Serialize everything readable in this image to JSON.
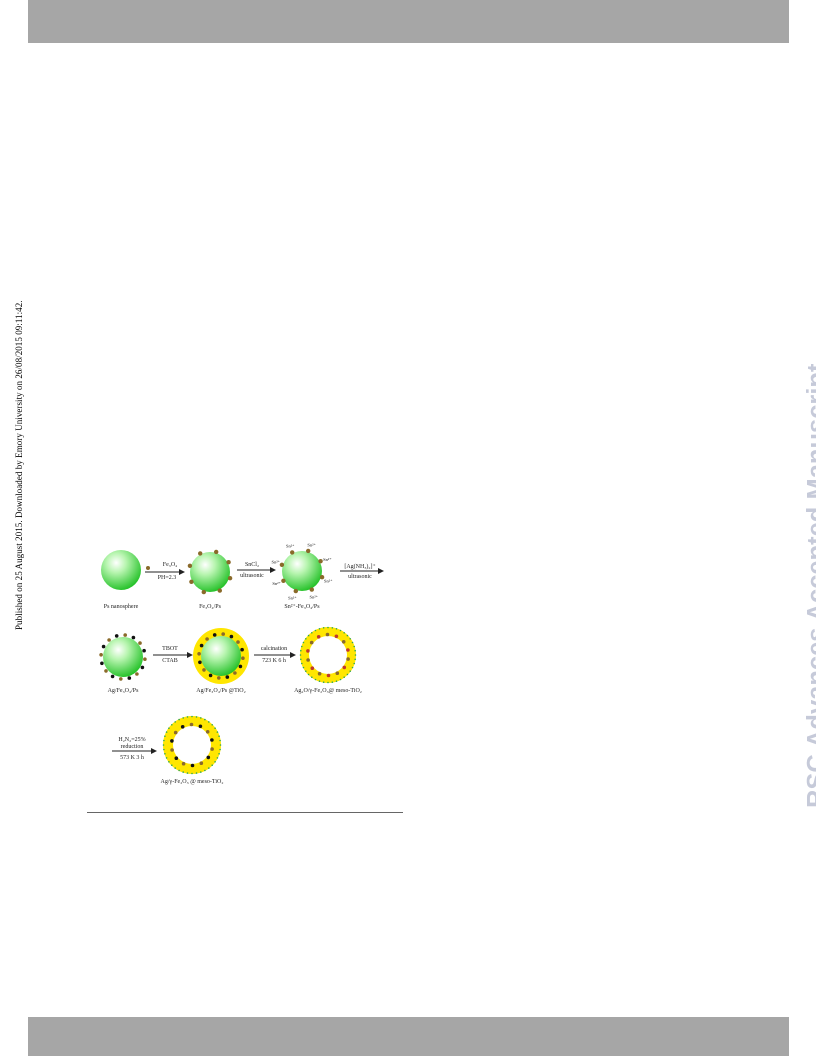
{
  "header_band": "",
  "footer_band": "",
  "side_note": "Published on 25 August 2015. Downloaded by Emory University on 26/08/2015 09:11:42.",
  "watermark": "RSC Advances Accepted Manuscript",
  "colors": {
    "band": "#a6a6a6",
    "watermark": "#c6cad9",
    "sphere_green": "#38d43a",
    "shell_yellow": "#ffe600",
    "fe_particle": "#8a6a2a",
    "ag_particle": "#111111",
    "fe2o3_particle": "#c0392b",
    "meso_dots": "#2fa84f"
  },
  "scheme": {
    "step1": {
      "reagent": "Fe₃O₄",
      "condition": "PH=2.3"
    },
    "step2": {
      "reagent": "SnCl₂",
      "condition": "ultrasonic"
    },
    "step3": {
      "reagent": "[Ag(NH₃)₂]⁺",
      "condition": "ultrasonic"
    },
    "step4": {
      "reagent": "TBOT",
      "condition": "CTAB"
    },
    "step5": {
      "reagent": "calcination",
      "condition": "723 K 6 h"
    },
    "step6": {
      "reagent": "H₂N₂=25%",
      "condition": "reduction",
      "extra": "573 K 3 h"
    },
    "labels": {
      "ps": "Ps nanosphere",
      "fe3o4_ps": "Fe₃O₄/Ps",
      "sn_fe3o4_ps": "Sn²⁺-Fe₃O₄/Ps",
      "ag_fe3o4_ps": "Ag/Fe₃O₄/Ps",
      "ag_fe3o4_ps_tio2": "Ag/Fe₃O₄/Ps @TiO₂",
      "ag2o_fe2o3": "Ag₂O/γ-Fe₂O₃@ meso-TiO₂",
      "ag_fe2o3": "Ag/γ-Fe₂O₃ @ meso-TiO₂"
    },
    "sn_tags": [
      "Sn²⁺",
      "Sn²⁺",
      "Sn²⁺",
      "Sn²⁺",
      "Sn²⁺",
      "Sn²⁺",
      "Sn²⁺",
      "Sn²⁺"
    ]
  }
}
